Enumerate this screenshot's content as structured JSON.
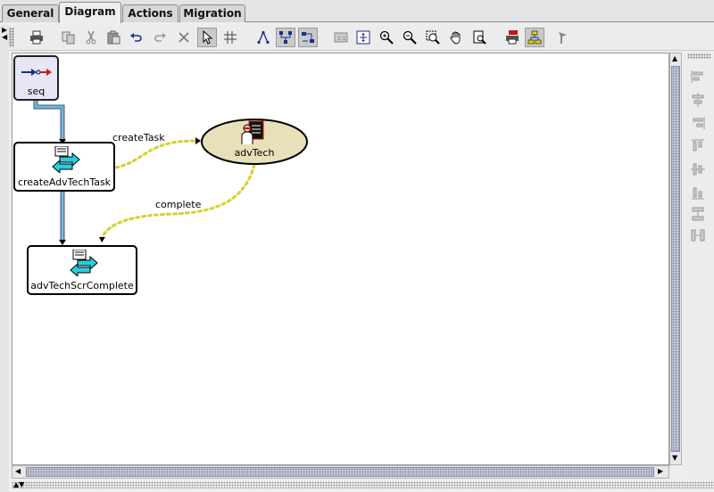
{
  "tabs": [
    {
      "label": "General"
    },
    {
      "label": "Diagram"
    },
    {
      "label": "Actions"
    },
    {
      "label": "Migration"
    }
  ],
  "active_tab": "Diagram",
  "toolbar": {
    "icons": [
      "print-icon",
      "copy-icon",
      "cut-icon",
      "paste-icon",
      "undo-icon",
      "redo-icon",
      "delete-icon",
      "select-pointer-icon",
      "grid-icon",
      "layout-tree-icon",
      "layout-hierarchy-icon",
      "layout-flow-icon",
      "zoom-actual-icon",
      "fit-window-icon",
      "zoom-in-icon",
      "zoom-out-icon",
      "zoom-region-icon",
      "pan-hand-icon",
      "page-zoom-icon",
      "print-png-icon",
      "org-chart-icon",
      "flag-icon"
    ]
  },
  "diagram": {
    "nodes": {
      "seq": {
        "label": "seq"
      },
      "create_task": {
        "label": "createAdvTechTask"
      },
      "scr_complete": {
        "label": "advTechScrComplete"
      },
      "role": {
        "label": "advTech"
      }
    },
    "edges": {
      "create_task_label": "createTask",
      "complete_label": "complete"
    },
    "colors": {
      "flow_line": "#6aa6c8",
      "message_line": "#d8cf2a",
      "role_fill": "#e8e0b8"
    }
  },
  "align_toolbar": {
    "icons": [
      "align-left-icon",
      "align-center-icon",
      "align-right-icon",
      "align-top-icon",
      "align-middle-icon",
      "align-bottom-icon",
      "distribute-horizontal-icon",
      "distribute-vertical-icon"
    ]
  }
}
